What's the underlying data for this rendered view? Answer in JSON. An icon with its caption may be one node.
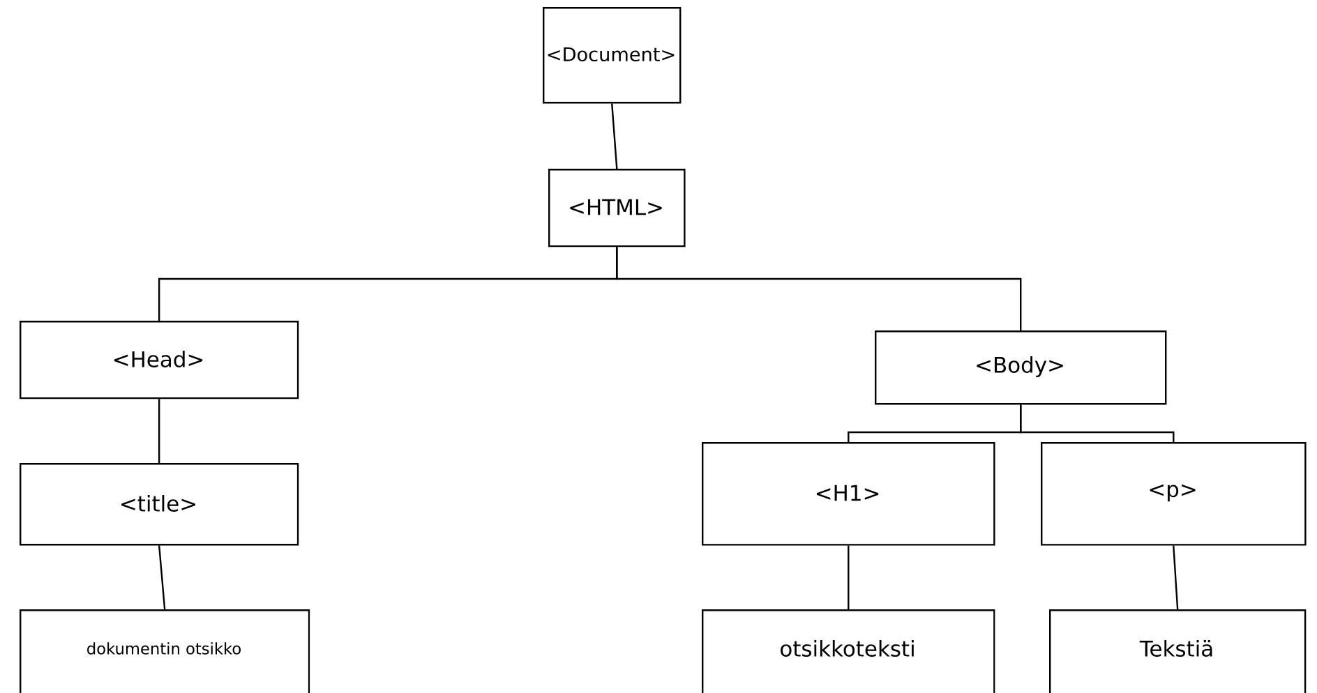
{
  "diagram": {
    "nodes": [
      {
        "text": [
          "<Document>"
        ]
      },
      {
        "text": [
          "<HTML>"
        ]
      },
      {
        "text": [
          "<Head>"
        ]
      },
      {
        "text": [
          "<Body>"
        ]
      },
      {
        "text": [
          "<title>"
        ]
      },
      {
        "text": [
          "<H1>"
        ]
      },
      {
        "text": [
          "<p>"
        ]
      },
      {
        "text": [
          "dokumentin otsikko"
        ]
      },
      {
        "text": [
          "otsikkoteksti"
        ]
      },
      {
        "text": [
          "Tekstiä"
        ]
      }
    ],
    "edges": [
      {
        "from": 0,
        "to": 1,
        "arrow": "none"
      },
      {
        "from": 1,
        "to": 2,
        "arrow": "none"
      },
      {
        "from": 1,
        "to": 3,
        "arrow": "none"
      },
      {
        "from": 2,
        "to": 4,
        "arrow": "none"
      },
      {
        "from": 3,
        "to": 5,
        "arrow": "none"
      },
      {
        "from": 3,
        "to": 6,
        "arrow": "none"
      },
      {
        "from": 4,
        "to": 7,
        "arrow": "none"
      },
      {
        "from": 5,
        "to": 8,
        "arrow": "none"
      },
      {
        "from": 6,
        "to": 9,
        "arrow": "none"
      }
    ]
  }
}
